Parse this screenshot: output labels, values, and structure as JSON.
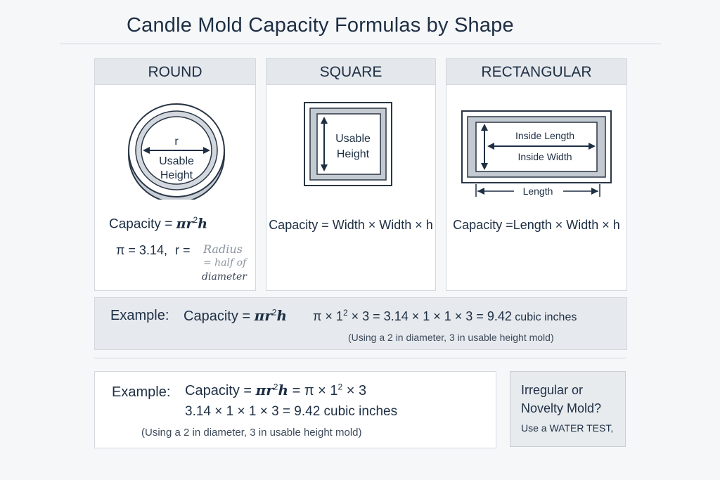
{
  "title": "Candle Mold Capacity Formulas by Shape",
  "panels": {
    "round": {
      "heading": "ROUND",
      "diagram": {
        "r_label": "r",
        "usable": "Usable",
        "height": "Height"
      },
      "formula_prefix": "Capacity = ",
      "formula_math": "πr",
      "formula_exp": "2",
      "formula_tail": "h",
      "pi_note": "π = 3.14,",
      "r_note": "r =",
      "radius_label": "Radius",
      "half_of": "= half of",
      "diameter": "diameter"
    },
    "square": {
      "heading": "SQUARE",
      "diagram": {
        "usable": "Usable",
        "height": "Height"
      },
      "formula": "Capacity = Width × Width × h"
    },
    "rectangular": {
      "heading": "RECTANGULAR",
      "diagram": {
        "inside_length": "Inside Length",
        "inside_width": "Inside Width",
        "length": "Length"
      },
      "formula": "Capacity =Length × Width × h"
    }
  },
  "example_band": {
    "label": "Example:",
    "cap_prefix": "Capacity = ",
    "cap_math": "πr",
    "cap_exp": "2",
    "cap_tail": "h",
    "calc_a": "π × 1",
    "calc_exp": "2",
    "calc_b": " × 3  =  3.14 × 1 × 1 × 3  =  ",
    "result": "9.42",
    "unit": " cubic inches",
    "note": "(Using a 2 in diameter, 3 in usable height mold)"
  },
  "example_box": {
    "label": "Example:",
    "cap_prefix": "Capacity = ",
    "cap_math": "πr",
    "cap_exp": "2",
    "cap_mid": "h",
    "cap_tail_a": " = π × 1",
    "cap_tail_exp": "2",
    "cap_tail_b": " × 3",
    "line2": "3.14 × 1 × 1 × 3  =  9.42 cubic inches",
    "note": "(Using a 2 in diameter, 3 in usable height mold)"
  },
  "irregular": {
    "line1": "Irregular or",
    "line2": "Novelty Mold?",
    "line3": "Use a WATER TEST,"
  }
}
